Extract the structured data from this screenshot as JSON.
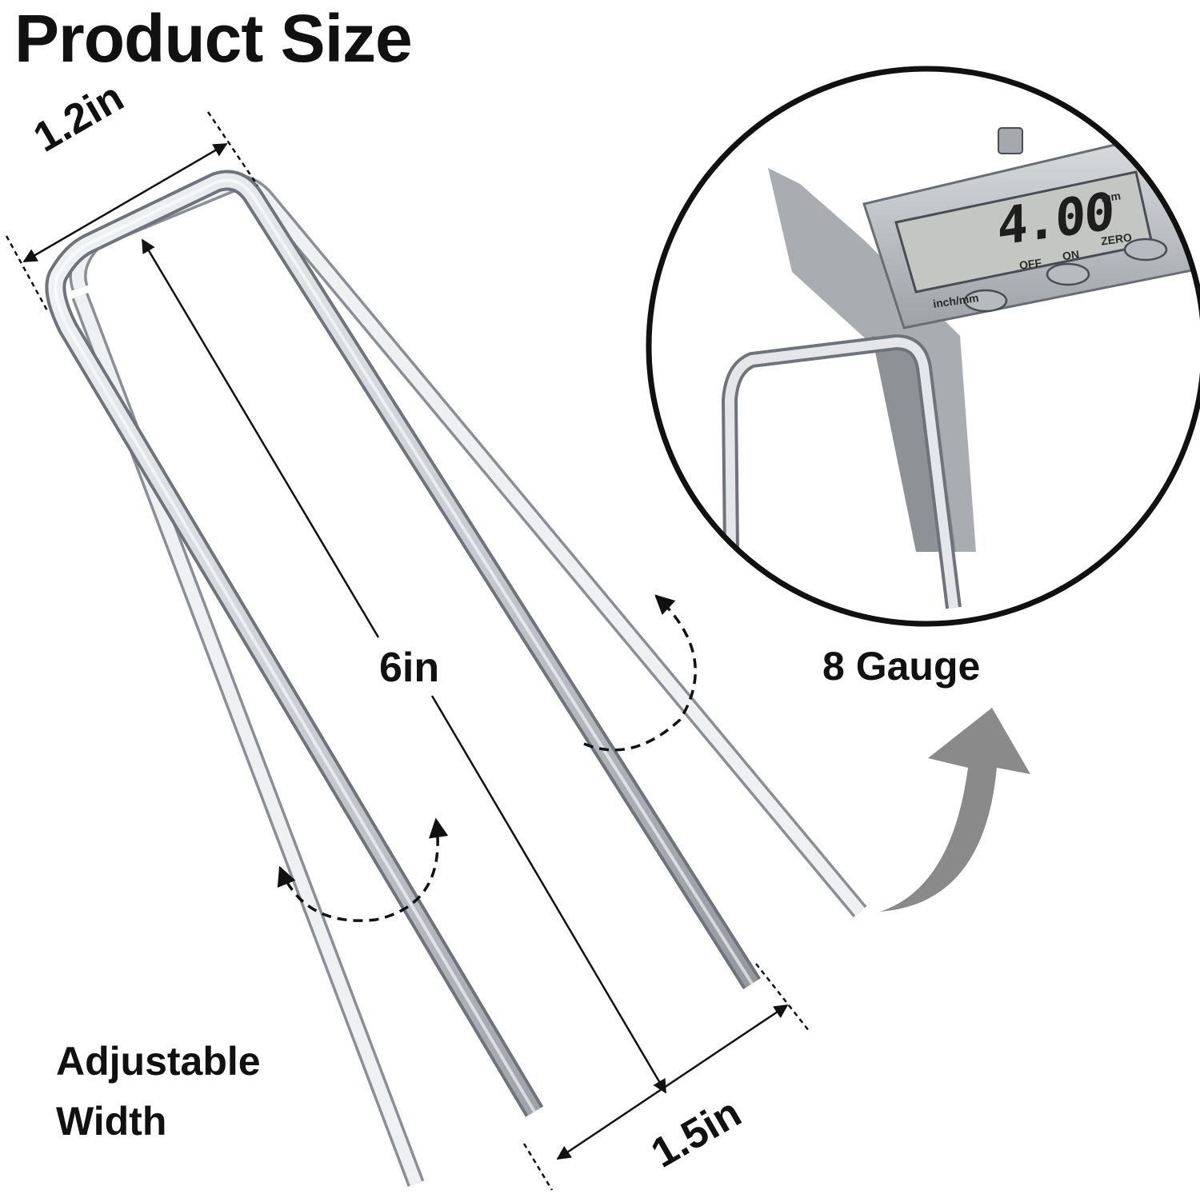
{
  "title": "Product Size",
  "dimensions": {
    "top_width": "1.2in",
    "length": "6in",
    "bottom_width": "1.5in"
  },
  "callouts": {
    "gauge": "8 Gauge",
    "adjustable_line1": "Adjustable",
    "adjustable_line2": "Width"
  },
  "caliper_display": {
    "reading": "4.00",
    "unit": "mm",
    "off_label": "OFF",
    "on_label": "ON",
    "zero_label": "ZERO",
    "mode_label": "inch/mm"
  },
  "colors": {
    "background": "#ffffff",
    "text": "#111111",
    "steel_light": "#e2e5e8",
    "steel_dark": "#7d8188",
    "arrow_gray": "#8a8a8a"
  }
}
